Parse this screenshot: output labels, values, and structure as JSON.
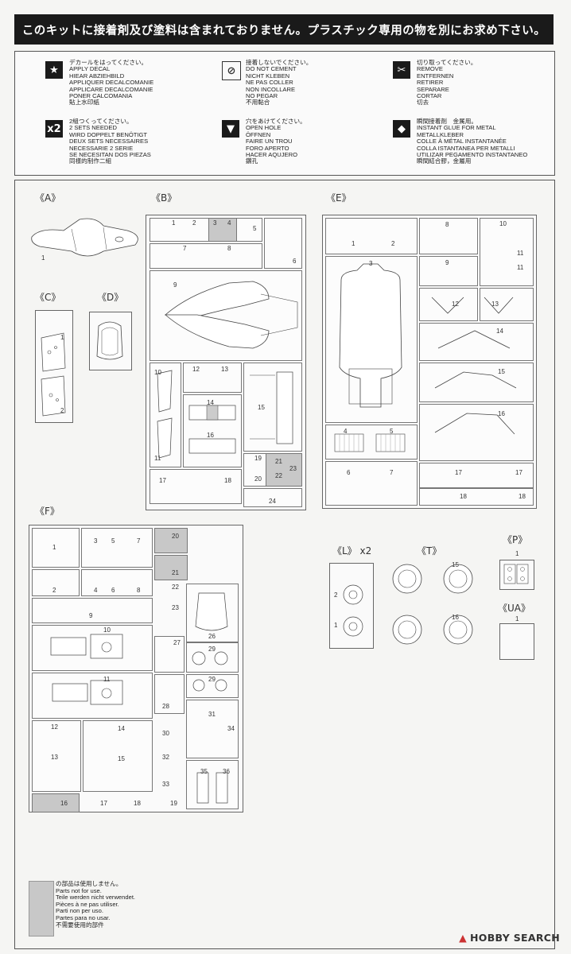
{
  "banner": "このキットに接着剤及び塗料は含まれておりません。プラスチック専用の物を別にお求め下さい。",
  "legend": [
    {
      "icon": "★",
      "name": "apply-decal",
      "text": "デカールをはってください。\nAPPLY DECAL\nHIEAR ABZIEHBILD\nAPPLIQUER DECALCOMANIE\nAPPLICARE DECALCOMANIE\nPONER CALCOMANIA\n貼上水印紙"
    },
    {
      "icon": "⊘",
      "name": "do-not-cement",
      "text": "接着しないでください。\nDO NOT CEMENT\nNICHT KLEBEN\nNE PAS COLLER\nNON INCOLLARE\nNO PEGAR\n不用黏合"
    },
    {
      "icon": "✂",
      "name": "remove",
      "text": "切り取ってください。\nREMOVE\nENTFERNEN\nRETIRER\nSEPARARE\nCORTAR\n切去"
    },
    {
      "icon": "x2",
      "name": "two-sets-needed",
      "text": "2組つくってください。\n2 SETS NEEDED\nWIRD DOPPELT BENÖTIGT\nDEUX SETS NECESSAIRES\nNECESSARIE 2 SERIE\nSE NECESITAN DOS PIEZAS\n同樣的制作二組"
    },
    {
      "icon": "▼",
      "name": "open-hole",
      "text": "穴をあけてください。\nOPEN HOLE\nÖFFNEN\nFAIRE UN TROU\nFORO APERTO\nHACER AQUJERO\n鑽孔"
    },
    {
      "icon": "◆",
      "name": "instant-glue",
      "text": "瞬間接着剤　金属用。\nINSTANT GLUE FOR METAL\nMETALLKLEBER\nCOLLE À MÉTAL INSTANTANÉE\nCOLLA ISTANTANEA PER METALLI\nUTILIZAR PEGAMENTO INSTANTANEO\n瞬間結合膠，金屬用"
    }
  ],
  "sections": {
    "A": "《A》",
    "B": "《B》",
    "C": "《C》",
    "D": "《D》",
    "E": "《E》",
    "F": "《F》",
    "L": "《L》 x2",
    "T": "《T》",
    "P": "《P》",
    "UA": "《UA》"
  },
  "parts": {
    "A": [
      "1"
    ],
    "B": [
      "1",
      "2",
      "3",
      "4",
      "5",
      "6",
      "7",
      "8",
      "9",
      "10",
      "11",
      "12",
      "13",
      "14",
      "15",
      "16",
      "17",
      "18",
      "19",
      "20",
      "21",
      "22",
      "23",
      "24"
    ],
    "C": [
      "1",
      "2"
    ],
    "E": [
      "1",
      "2",
      "3",
      "4",
      "5",
      "6",
      "7",
      "8",
      "9",
      "10",
      "11",
      "11",
      "12",
      "13",
      "14",
      "15",
      "16",
      "17",
      "17",
      "18",
      "18"
    ],
    "F": [
      "1",
      "2",
      "3",
      "4",
      "5",
      "6",
      "7",
      "8",
      "9",
      "10",
      "11",
      "12",
      "13",
      "14",
      "15",
      "16",
      "17",
      "18",
      "19",
      "20",
      "21",
      "22",
      "23",
      "26",
      "27",
      "28",
      "29",
      "29",
      "30",
      "31",
      "32",
      "33",
      "34",
      "35",
      "36"
    ],
    "L": [
      "1",
      "2"
    ],
    "T": [
      "15",
      "16"
    ],
    "P": [
      "1"
    ],
    "UA": [
      "1"
    ]
  },
  "not_used": "の部品は使用しません。\nParts not for use.\nTeile werden nicht verwendet.\nPièces à ne pas utiliser.\nParti non per uso.\nPartes para no usar.\n不需要使用的部件",
  "watermark": "HOBBY SEARCH"
}
